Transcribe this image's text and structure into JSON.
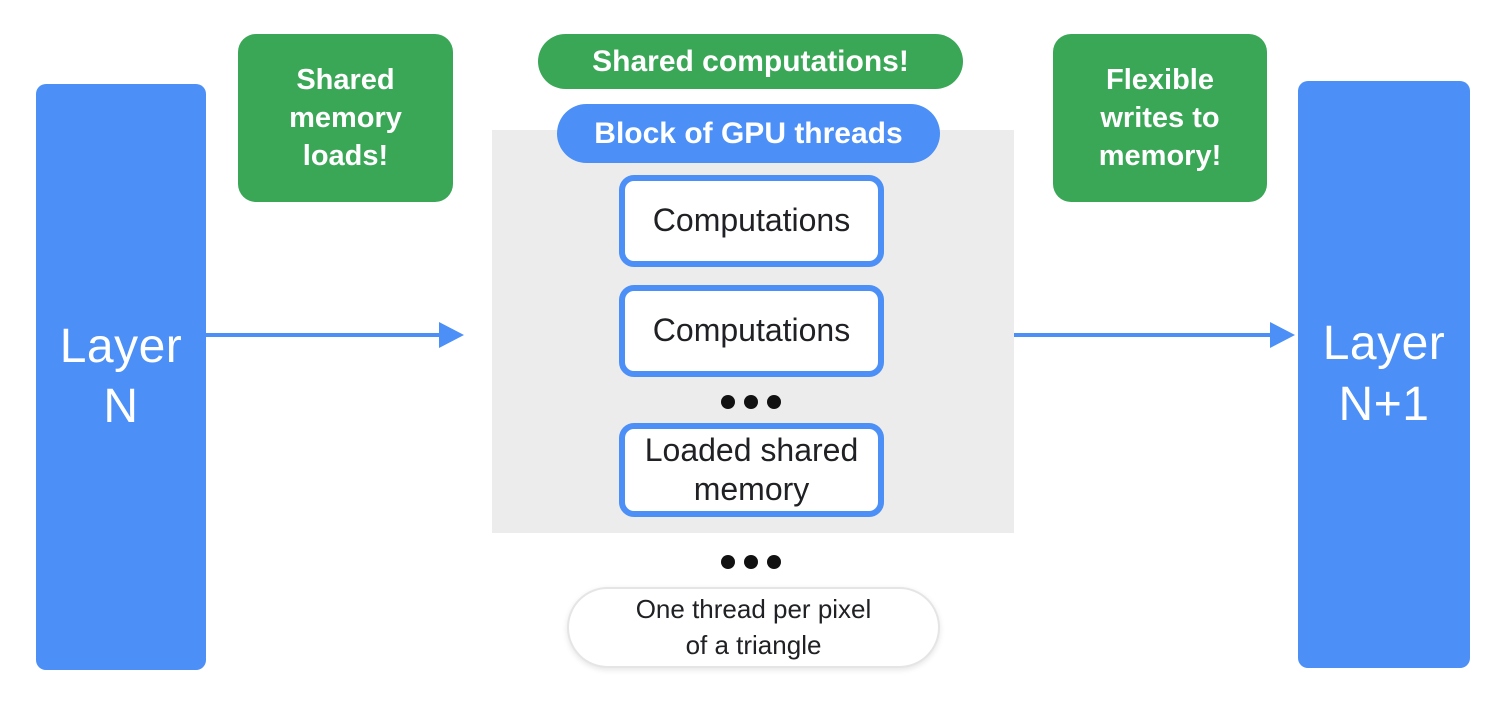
{
  "colors": {
    "blue": "#4B8FF7",
    "green": "#3AA757",
    "panel_gray": "#ECECEC",
    "text_dark": "#202124",
    "dot_black": "#111111",
    "pill_border": "#E5E5E5"
  },
  "layers": {
    "left": "Layer\nN",
    "right": "Layer\nN+1"
  },
  "callouts": {
    "shared_memory_loads": "Shared\nmemory\nloads!",
    "shared_computations": "Shared computations!",
    "flexible_writes": "Flexible\nwrites to\nmemory!"
  },
  "gpu_block": {
    "label": "Block of GPU threads",
    "computations_1": "Computations",
    "computations_2": "Computations",
    "loaded_shared_memory": "Loaded shared\nmemory"
  },
  "footnote": "One thread per pixel\nof a triangle"
}
